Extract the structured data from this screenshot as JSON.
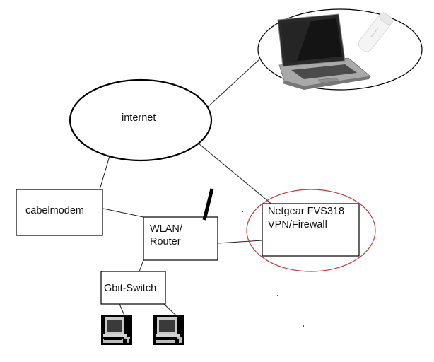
{
  "diagram": {
    "title": "",
    "nodes": {
      "internet": {
        "label": "internet",
        "shape": "ellipse"
      },
      "laptop_group": {
        "label": "",
        "shape": "ellipse",
        "contents": [
          "laptop",
          "usb-modem-stick"
        ]
      },
      "cabelmodem": {
        "label": "cabelmodem",
        "shape": "box"
      },
      "router": {
        "label_line1": "WLAN/",
        "label_line2": "Router",
        "shape": "box",
        "has_antenna": true
      },
      "firewall": {
        "label_line1": "Netgear FVS318",
        "label_line2": "VPN/Firewall",
        "shape": "box",
        "highlight": "red-ellipse"
      },
      "switch": {
        "label": "Gbit-Switch",
        "shape": "box"
      },
      "pc1": {
        "label": "",
        "shape": "computer-icon"
      },
      "pc2": {
        "label": "",
        "shape": "computer-icon"
      }
    },
    "edges": [
      {
        "from": "internet",
        "to": "laptop_group"
      },
      {
        "from": "internet",
        "to": "cabelmodem"
      },
      {
        "from": "internet",
        "to": "firewall"
      },
      {
        "from": "cabelmodem",
        "to": "router"
      },
      {
        "from": "router",
        "to": "firewall"
      },
      {
        "from": "router",
        "to": "switch"
      },
      {
        "from": "switch",
        "to": "pc1"
      },
      {
        "from": "switch",
        "to": "pc2"
      }
    ],
    "colors": {
      "highlight": "#c0393b",
      "stroke": "#000000",
      "background": "#ffffff"
    }
  }
}
